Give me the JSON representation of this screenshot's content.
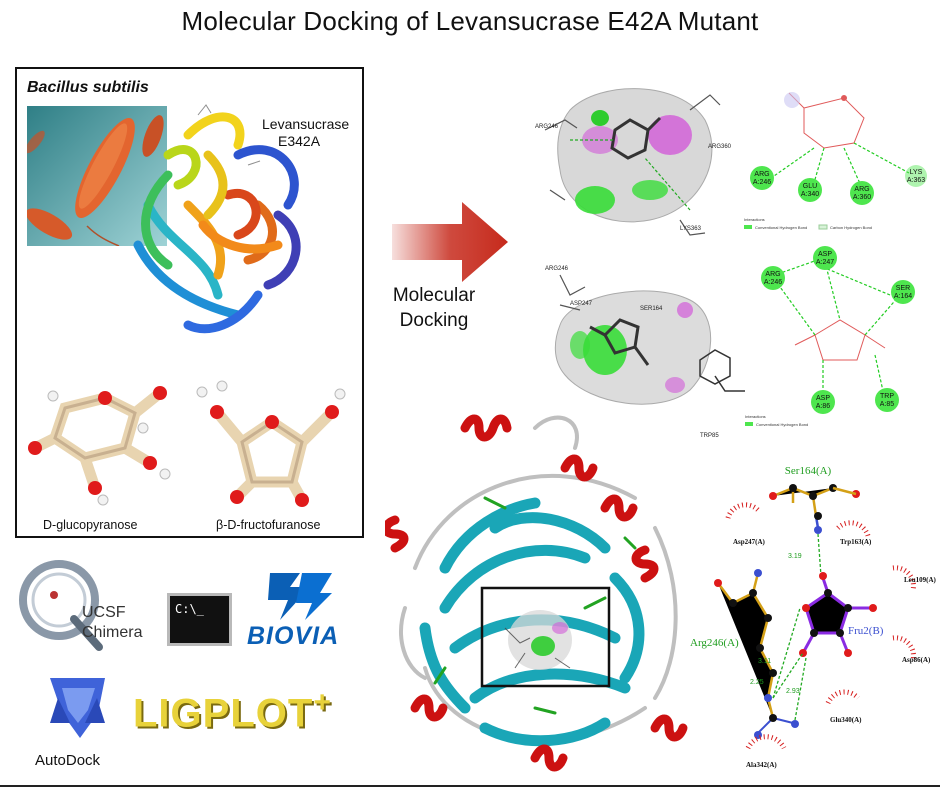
{
  "title": "Molecular Docking of Levansucrase E42A Mutant",
  "left_panel": {
    "organism": "Bacillus subtilis",
    "protein_label_line1": "Levansucrase",
    "protein_label_line2": "E342A",
    "ligand_1": "D-glucopyranose",
    "ligand_2": "β-D-fructofuranose"
  },
  "arrow_label_line1": "Molecular",
  "arrow_label_line2": "Docking",
  "tools": {
    "chimera_line1": "UCSF",
    "chimera_line2": "Chimera",
    "terminal_prompt": "C:\\_",
    "biovia": "BIOVIA",
    "autodock": "AutoDock",
    "ligplot": "LIGPLOT",
    "ligplot_plus": "+"
  },
  "docking_top": {
    "residues_3d": [
      "ARG246",
      "ARG360",
      "LYS363"
    ],
    "residues_2d": [
      {
        "name": "ARG",
        "num": "A:246"
      },
      {
        "name": "GLU",
        "num": "A:340"
      },
      {
        "name": "ARG",
        "num": "A:360"
      },
      {
        "name": "LYS",
        "num": "A:363"
      }
    ],
    "legend_title": "Interactions",
    "legend_1": "Conventional Hydrogen Bond",
    "legend_2": "Carbon Hydrogen Bond"
  },
  "docking_middle": {
    "residues_3d": [
      "ARG246",
      "ASP247",
      "SER164",
      "TRP85"
    ],
    "residues_2d": [
      {
        "name": "ASP",
        "num": "A:247"
      },
      {
        "name": "ARG",
        "num": "A:246"
      },
      {
        "name": "SER",
        "num": "A:164"
      },
      {
        "name": "ASP",
        "num": "A:86"
      },
      {
        "name": "TRP",
        "num": "A:85"
      }
    ],
    "legend_title": "Interactions",
    "legend_1": "Conventional Hydrogen Bond"
  },
  "ligplot": {
    "ligand": "Fru2(B)",
    "ser": "Ser164(A)",
    "arg": "Arg246(A)",
    "hydrophobic": [
      "Asp247(A)",
      "Trp163(A)",
      "Leu109(A)",
      "Asp86(A)",
      "Glu340(A)",
      "Ala342(A)"
    ],
    "distances": [
      "3.19",
      "3.11",
      "2.25",
      "2.93"
    ]
  },
  "colors": {
    "arrow": "#c62a1c",
    "residue": "#4ee64e",
    "hbond": "#22cc22",
    "helix": "#cc1111",
    "sheet": "#1aa6b7"
  }
}
